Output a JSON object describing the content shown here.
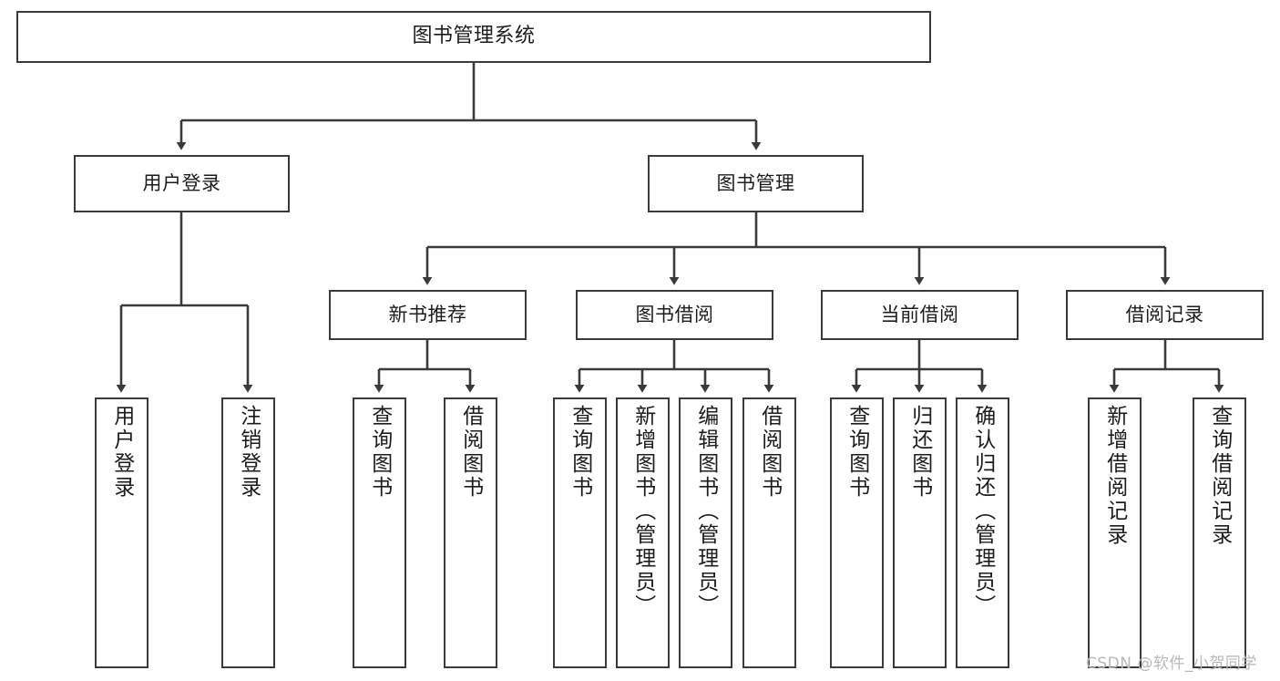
{
  "diagram": {
    "type": "tree-hierarchy",
    "title": "图书管理系统",
    "colors": {
      "box_border": "#3a3a3a",
      "box_fill": "#ffffff",
      "connector": "#3a3a3a",
      "text": "#1c1c1c",
      "watermark": "#b8b8b8",
      "background": "#ffffff"
    },
    "levels": {
      "root": {
        "label": "图书管理系统"
      },
      "level2": [
        {
          "label": "用户登录"
        },
        {
          "label": "图书管理"
        }
      ],
      "level3": [
        {
          "label": "新书推荐"
        },
        {
          "label": "图书借阅"
        },
        {
          "label": "当前借阅"
        },
        {
          "label": "借阅记录"
        }
      ],
      "leaves": {
        "user_login": [
          {
            "label": "用户登录"
          },
          {
            "label": "注销登录"
          }
        ],
        "new_book_recommend": [
          {
            "label": "查询图书"
          },
          {
            "label": "借阅图书"
          }
        ],
        "book_borrow": [
          {
            "label": "查询图书"
          },
          {
            "label": "新增图书（管理员）"
          },
          {
            "label": "编辑图书（管理员）"
          },
          {
            "label": "借阅图书"
          }
        ],
        "current_borrow": [
          {
            "label": "查询图书"
          },
          {
            "label": "归还图书"
          },
          {
            "label": "确认归还（管理员）"
          }
        ],
        "borrow_record": [
          {
            "label": "新增借阅记录"
          },
          {
            "label": "查询借阅记录"
          }
        ]
      }
    },
    "watermark": "CSDN @软件_小贺同学"
  }
}
